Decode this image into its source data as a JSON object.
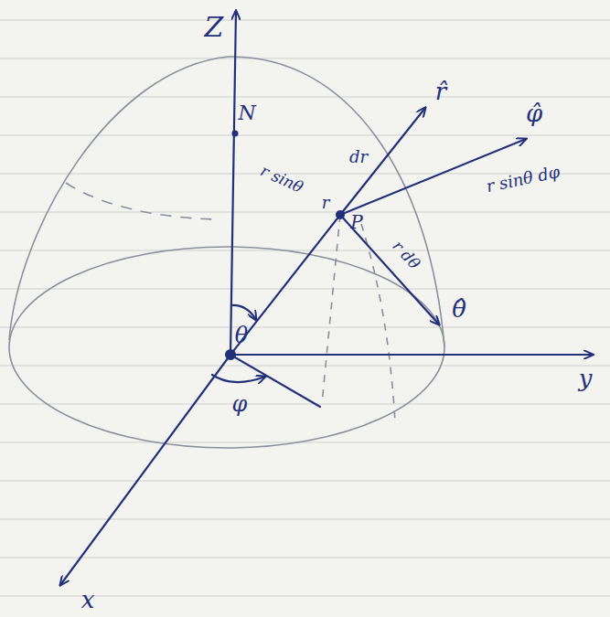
{
  "diagram": {
    "labels": [
      "Z",
      "N",
      "θ",
      "φ",
      "x",
      "y",
      "r",
      "P",
      "r̂",
      "φ̂",
      "θ̂",
      "dr",
      "r sinθ",
      "r sinθ dφ",
      "r dθ"
    ]
  }
}
